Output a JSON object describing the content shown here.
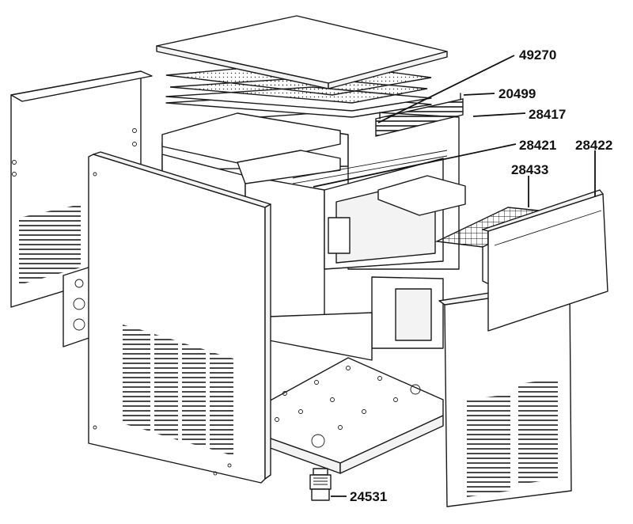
{
  "diagram": {
    "callouts": [
      {
        "id": "c49270",
        "part_number": "49270"
      },
      {
        "id": "c20499",
        "part_number": "20499"
      },
      {
        "id": "c28417",
        "part_number": "28417"
      },
      {
        "id": "c28421",
        "part_number": "28421"
      },
      {
        "id": "c28422",
        "part_number": "28422"
      },
      {
        "id": "c28433",
        "part_number": "28433"
      },
      {
        "id": "c24531",
        "part_number": "24531"
      }
    ]
  }
}
